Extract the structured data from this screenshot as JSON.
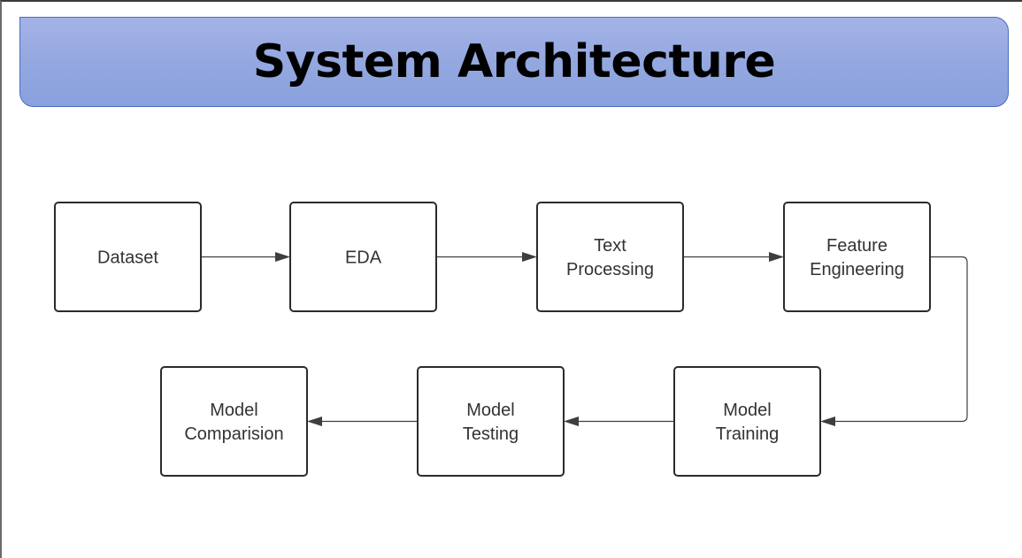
{
  "title": "System Architecture",
  "nodes": [
    {
      "id": "dataset",
      "lines": [
        "Dataset"
      ]
    },
    {
      "id": "eda",
      "lines": [
        "EDA"
      ]
    },
    {
      "id": "text-processing",
      "lines": [
        "Text",
        "Processing"
      ]
    },
    {
      "id": "feature-engineering",
      "lines": [
        "Feature",
        "Engineering"
      ]
    },
    {
      "id": "model-training",
      "lines": [
        "Model",
        "Training"
      ]
    },
    {
      "id": "model-testing",
      "lines": [
        "Model",
        "Testing"
      ]
    },
    {
      "id": "model-comparision",
      "lines": [
        "Model",
        "Comparision"
      ]
    }
  ],
  "edges": [
    {
      "from": "dataset",
      "to": "eda"
    },
    {
      "from": "eda",
      "to": "text-processing"
    },
    {
      "from": "text-processing",
      "to": "feature-engineering"
    },
    {
      "from": "feature-engineering",
      "to": "model-training"
    },
    {
      "from": "model-training",
      "to": "model-testing"
    },
    {
      "from": "model-testing",
      "to": "model-comparision"
    }
  ]
}
